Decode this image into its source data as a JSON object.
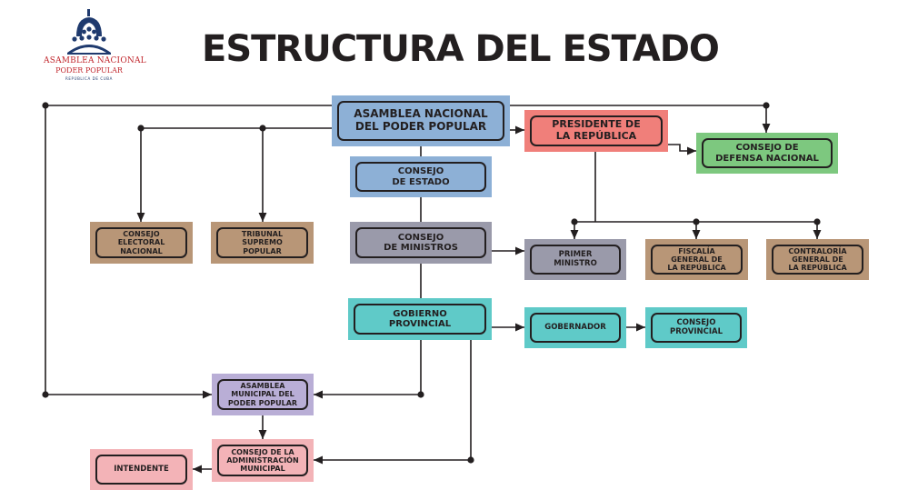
{
  "title": "ESTRUCTURA DEL ESTADO",
  "logo": {
    "line1": "ASAMBLEA NACIONAL",
    "line2": "PODER POPULAR",
    "line3": "REPÚBLICA DE CUBA"
  },
  "colors": {
    "blue": "#8db0d6",
    "red": "#f07f7a",
    "green": "#7dc87f",
    "brown": "#b89677",
    "grey": "#9a9aaa",
    "teal": "#5fcac8",
    "purple": "#b9aed6",
    "pink": "#f3b3b7",
    "line": "#231f20"
  },
  "nodes": {
    "asamblea_nacional": "ASAMBLEA NACIONAL\nDEL PODER POPULAR",
    "presidente": "PRESIDENTE DE\nLA REPÚBLICA",
    "consejo_defensa": "CONSEJO DE\nDEFENSA NACIONAL",
    "consejo_estado": "CONSEJO\nDE ESTADO",
    "consejo_electoral": "CONSEJO\nELECTORAL\nNACIONAL",
    "tribunal_supremo": "TRIBUNAL\nSUPREMO\nPOPULAR",
    "consejo_ministros": "CONSEJO\nDE MINISTROS",
    "primer_ministro": "PRIMER\nMINISTRO",
    "fiscalia": "FISCALÍA\nGENERAL DE\nLA REPÚBLICA",
    "contraloria": "CONTRALORÍA\nGENERAL DE\nLA REPÚBLICA",
    "gobierno_provincial": "GOBIERNO\nPROVINCIAL",
    "gobernador": "GOBERNADOR",
    "consejo_provincial": "CONSEJO\nPROVINCIAL",
    "asamblea_municipal": "ASAMBLEA\nMUNICIPAL DEL\nPODER POPULAR",
    "consejo_administracion": "CONSEJO DE LA\nADMINISTRACIÓN\nMUNICIPAL",
    "intendente": "INTENDENTE"
  }
}
